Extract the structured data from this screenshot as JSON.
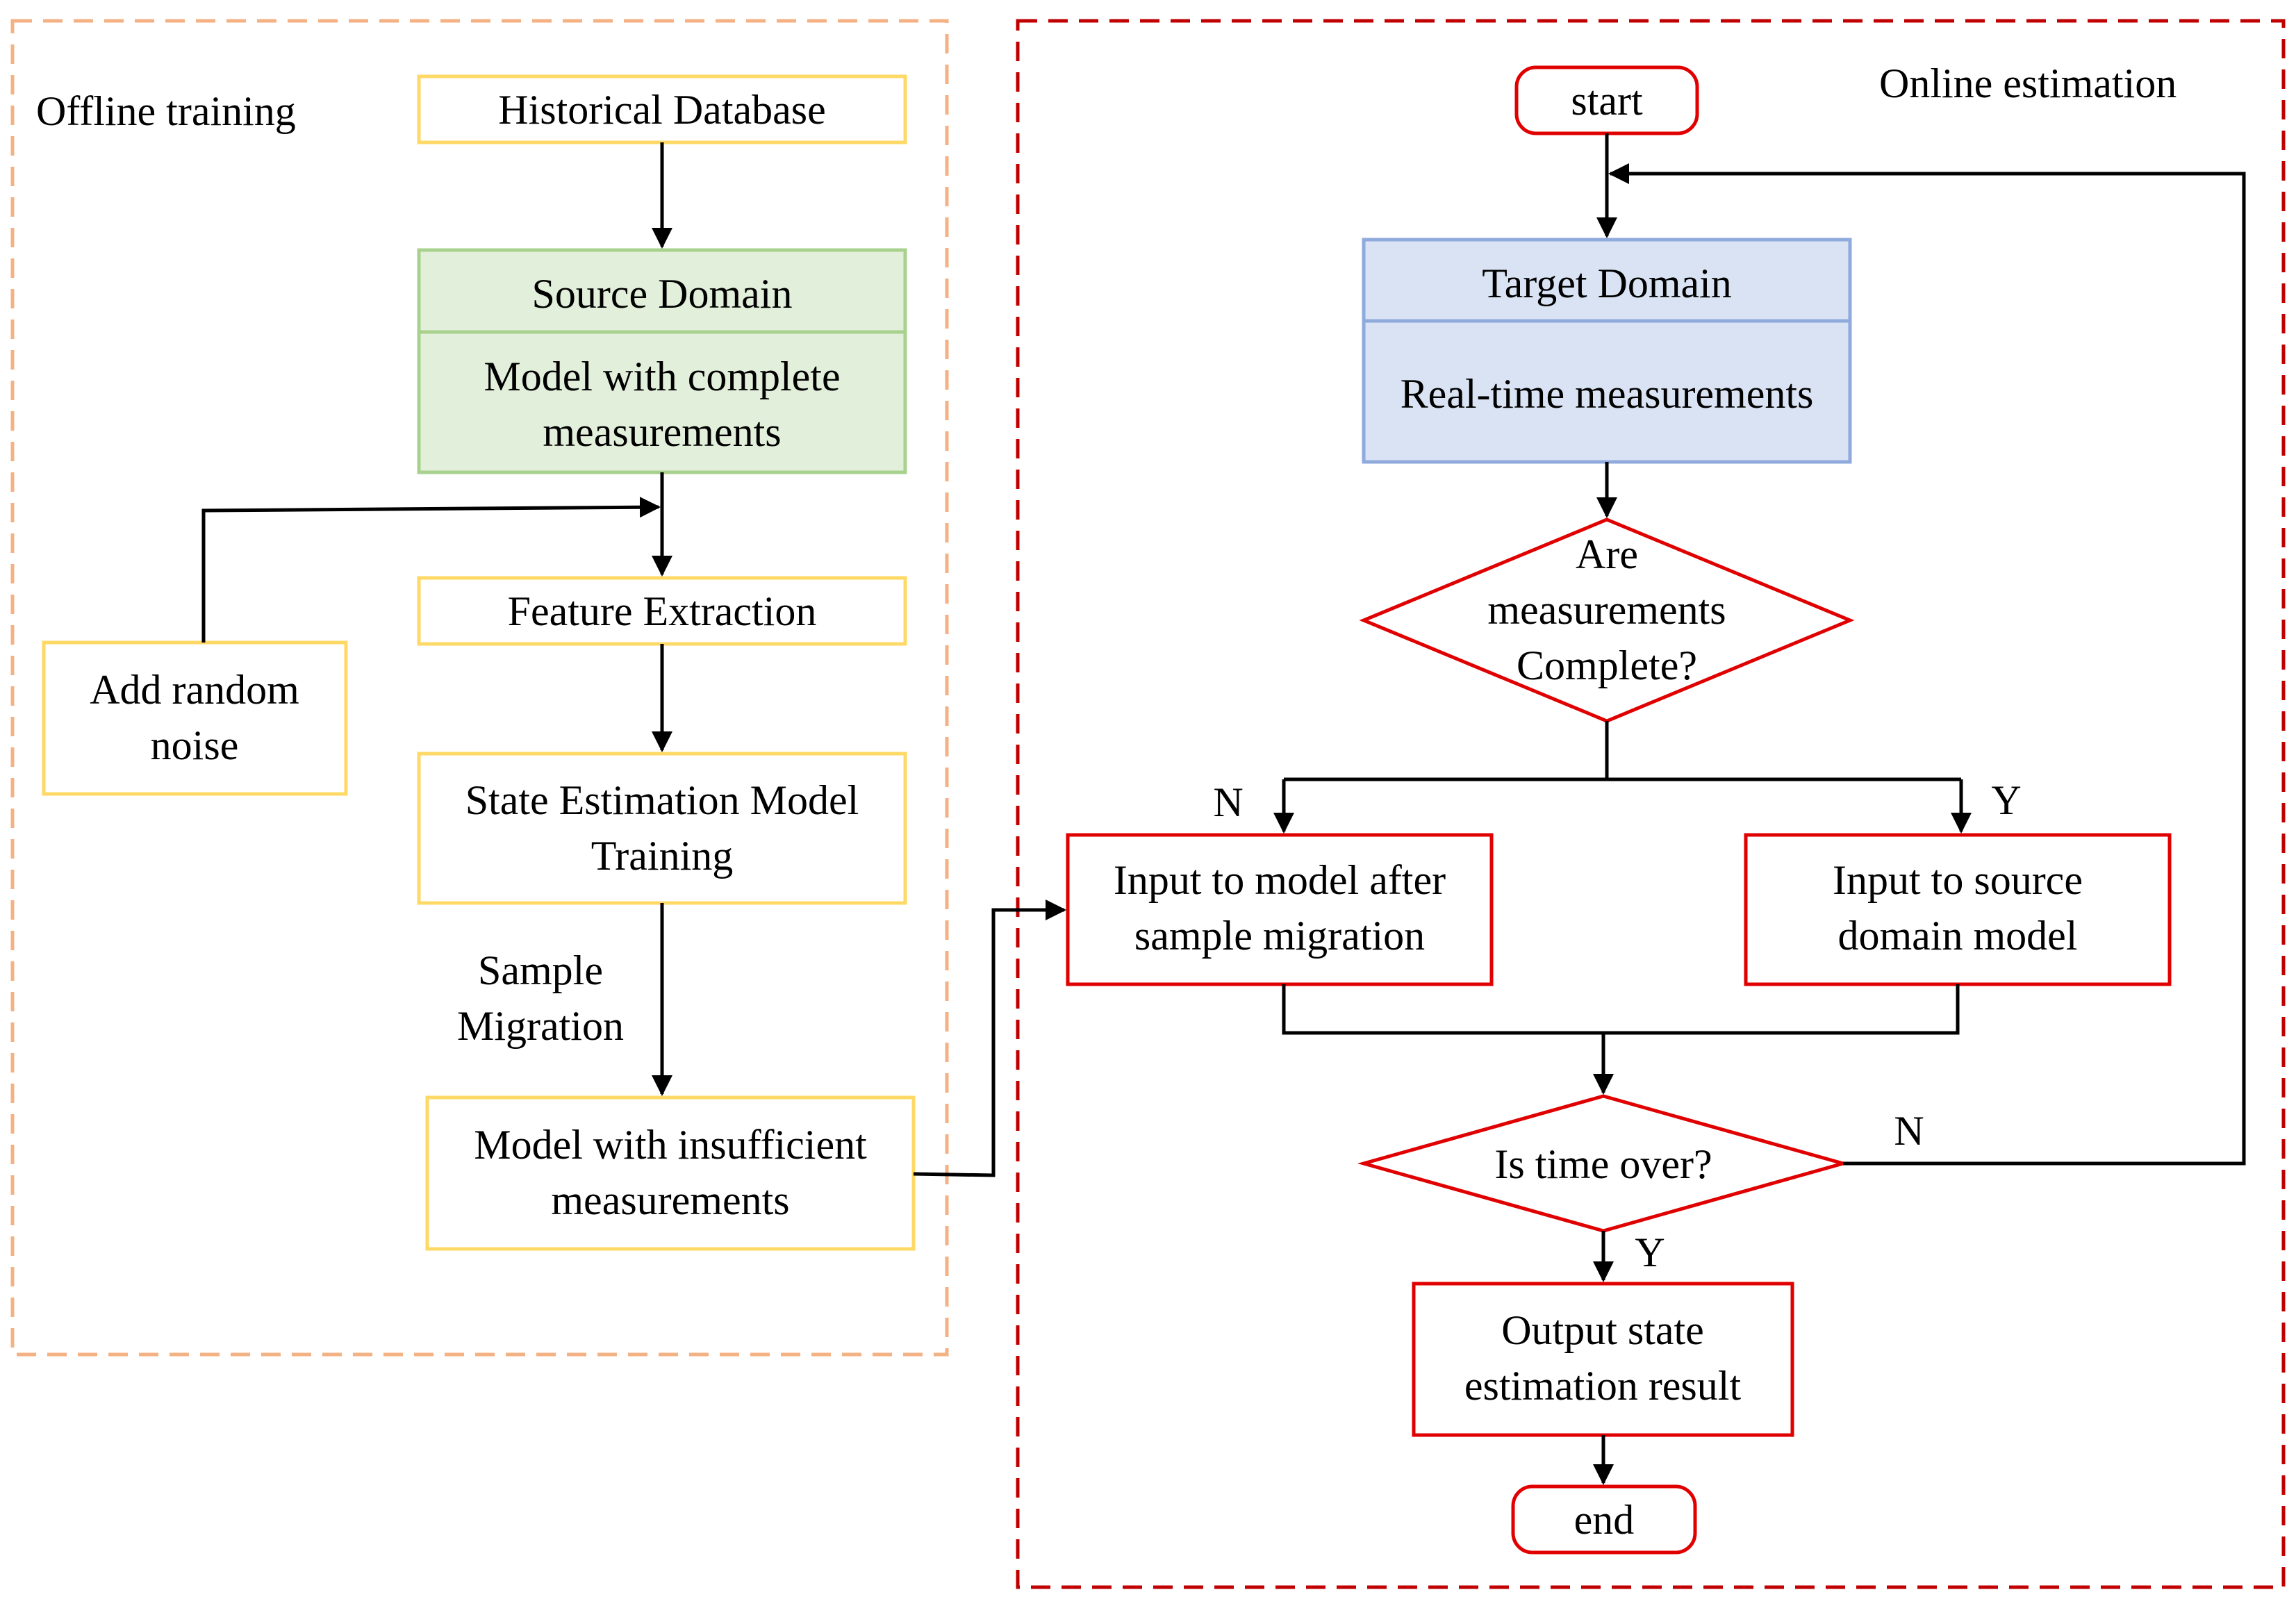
{
  "offline": {
    "title": "Offline training",
    "historical_db": "Historical Database",
    "source_domain": "Source Domain",
    "complete_model": [
      "Model with complete",
      "measurements"
    ],
    "feature_extraction": "Feature Extraction",
    "random_noise": [
      "Add random",
      "noise"
    ],
    "training": [
      "State Estimation Model",
      "Training"
    ],
    "sample_migration": [
      "Sample",
      "Migration"
    ],
    "insufficient_model": [
      "Model with insufficient",
      "measurements"
    ]
  },
  "online": {
    "title": "Online estimation",
    "start": "start",
    "target_domain": "Target Domain",
    "realtime": "Real-time measurements",
    "complete_question": [
      "Are",
      "measurements",
      "Complete?"
    ],
    "branch_no": "N",
    "branch_yes": "Y",
    "migration_input": [
      "Input to model after",
      "sample migration"
    ],
    "source_input": [
      "Input to source",
      "domain model"
    ],
    "time_question": "Is time over?",
    "time_no": "N",
    "time_yes": "Y",
    "output": [
      "Output state",
      "estimation result"
    ],
    "end": "end"
  },
  "colors": {
    "offline_border": "#f4b183",
    "online_border": "#c00000",
    "yellow_box": "#ffd966",
    "green_fill": "#e2efda",
    "green_border": "#a9d18e",
    "blue_fill": "#dae3f3",
    "blue_border": "#8faadc",
    "red": "#e00000"
  }
}
